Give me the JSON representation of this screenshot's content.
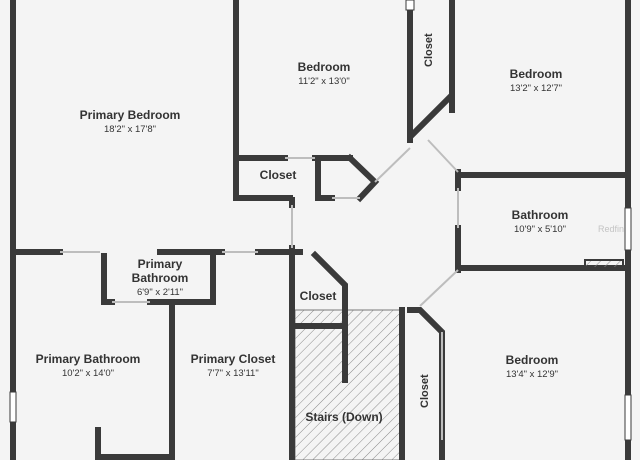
{
  "rooms": {
    "primary_bedroom": {
      "name": "Primary Bedroom",
      "dims": "18'2\" x 17'8\""
    },
    "bedroom_top": {
      "name": "Bedroom",
      "dims": "11'2\" x 13'0\""
    },
    "bedroom_top_right": {
      "name": "Bedroom",
      "dims": "13'2\" x 12'7\""
    },
    "closet_top_center": {
      "name": "Closet"
    },
    "closet_top_vertical": {
      "name": "Closet"
    },
    "bathroom": {
      "name": "Bathroom",
      "dims": "10'9\" x 5'10\""
    },
    "primary_bathroom_small": {
      "name": "Primary Bathroom",
      "dims": "6'9\" x 2'11\""
    },
    "primary_bathroom": {
      "name": "Primary Bathroom",
      "dims": "10'2\" x 14'0\""
    },
    "primary_closet": {
      "name": "Primary Closet",
      "dims": "7'7\" x 13'11\""
    },
    "closet_mid": {
      "name": "Closet"
    },
    "stairs": {
      "name": "Stairs (Down)"
    },
    "bedroom_bottom_right": {
      "name": "Bedroom",
      "dims": "13'4\" x 12'9\""
    },
    "closet_bottom_vertical": {
      "name": "Closet"
    }
  },
  "watermark": "Redfin",
  "colors": {
    "wall": "#3a3a3a",
    "floor": "#f4f4f4",
    "window": "#ffffff",
    "hatch": "#8a8a8a"
  }
}
